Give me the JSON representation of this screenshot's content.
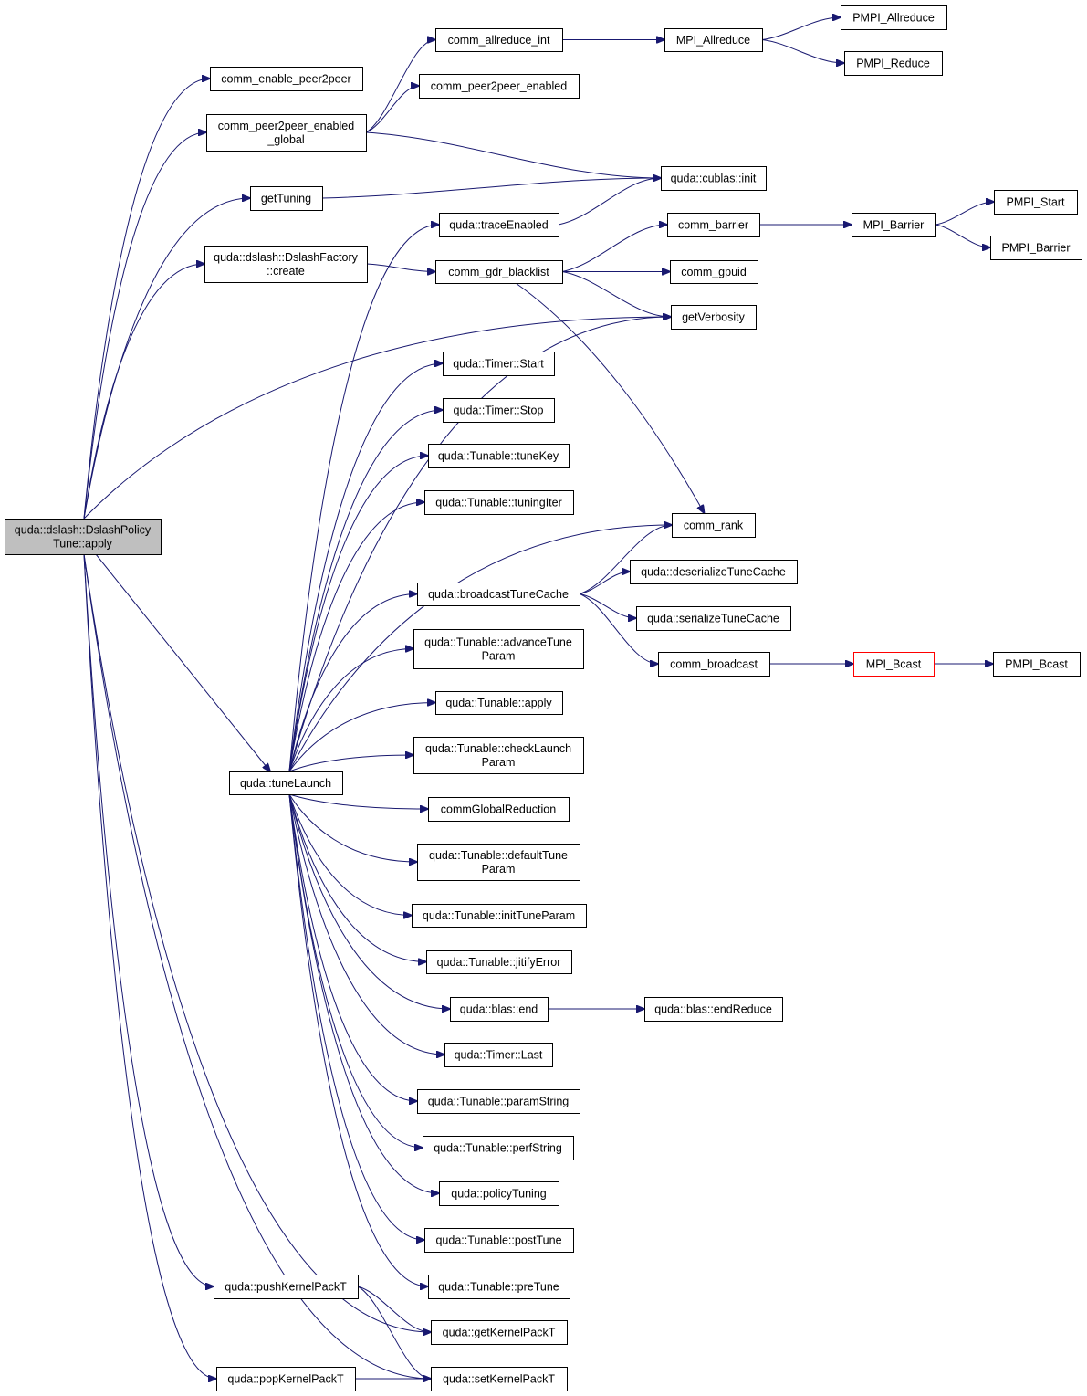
{
  "diagram": {
    "nodes": [
      {
        "id": "root",
        "lines": [
          "quda::dslash::DslashPolicy",
          "Tune::apply"
        ],
        "style": "root"
      },
      {
        "id": "comm_enable_peer2peer",
        "lines": [
          "comm_enable_peer2peer"
        ]
      },
      {
        "id": "comm_peer2peer_enabled_global",
        "lines": [
          "comm_peer2peer_enabled",
          "_global"
        ]
      },
      {
        "id": "getTuning",
        "lines": [
          "getTuning"
        ]
      },
      {
        "id": "dslash_create",
        "lines": [
          "quda::dslash::DslashFactory",
          "::create"
        ]
      },
      {
        "id": "tuneLaunch",
        "lines": [
          "quda::tuneLaunch"
        ]
      },
      {
        "id": "pushKernelPackT",
        "lines": [
          "quda::pushKernelPackT"
        ]
      },
      {
        "id": "popKernelPackT",
        "lines": [
          "quda::popKernelPackT"
        ]
      },
      {
        "id": "comm_allreduce_int",
        "lines": [
          "comm_allreduce_int"
        ]
      },
      {
        "id": "comm_peer2peer_enabled",
        "lines": [
          "comm_peer2peer_enabled"
        ]
      },
      {
        "id": "traceEnabled",
        "lines": [
          "quda::traceEnabled"
        ]
      },
      {
        "id": "comm_gdr_blacklist",
        "lines": [
          "comm_gdr_blacklist"
        ]
      },
      {
        "id": "timer_start",
        "lines": [
          "quda::Timer::Start"
        ]
      },
      {
        "id": "timer_stop",
        "lines": [
          "quda::Timer::Stop"
        ]
      },
      {
        "id": "tuneKey",
        "lines": [
          "quda::Tunable::tuneKey"
        ]
      },
      {
        "id": "tuningIter",
        "lines": [
          "quda::Tunable::tuningIter"
        ]
      },
      {
        "id": "broadcastTuneCache",
        "lines": [
          "quda::broadcastTuneCache"
        ]
      },
      {
        "id": "advanceTuneParam",
        "lines": [
          "quda::Tunable::advanceTune",
          "Param"
        ]
      },
      {
        "id": "tunable_apply",
        "lines": [
          "quda::Tunable::apply"
        ]
      },
      {
        "id": "checkLaunchParam",
        "lines": [
          "quda::Tunable::checkLaunch",
          "Param"
        ]
      },
      {
        "id": "commGlobalReduction",
        "lines": [
          "commGlobalReduction"
        ]
      },
      {
        "id": "defaultTuneParam",
        "lines": [
          "quda::Tunable::defaultTune",
          "Param"
        ]
      },
      {
        "id": "initTuneParam",
        "lines": [
          "quda::Tunable::initTuneParam"
        ]
      },
      {
        "id": "jitifyError",
        "lines": [
          "quda::Tunable::jitifyError"
        ]
      },
      {
        "id": "blas_end",
        "lines": [
          "quda::blas::end"
        ]
      },
      {
        "id": "timer_last",
        "lines": [
          "quda::Timer::Last"
        ]
      },
      {
        "id": "paramString",
        "lines": [
          "quda::Tunable::paramString"
        ]
      },
      {
        "id": "perfString",
        "lines": [
          "quda::Tunable::perfString"
        ]
      },
      {
        "id": "policyTuning",
        "lines": [
          "quda::policyTuning"
        ]
      },
      {
        "id": "postTune",
        "lines": [
          "quda::Tunable::postTune"
        ]
      },
      {
        "id": "preTune",
        "lines": [
          "quda::Tunable::preTune"
        ]
      },
      {
        "id": "getKernelPackT",
        "lines": [
          "quda::getKernelPackT"
        ]
      },
      {
        "id": "setKernelPackT",
        "lines": [
          "quda::setKernelPackT"
        ]
      },
      {
        "id": "MPI_Allreduce",
        "lines": [
          "MPI_Allreduce"
        ]
      },
      {
        "id": "cublas_init",
        "lines": [
          "quda::cublas::init"
        ]
      },
      {
        "id": "comm_barrier",
        "lines": [
          "comm_barrier"
        ]
      },
      {
        "id": "comm_gpuid",
        "lines": [
          "comm_gpuid"
        ]
      },
      {
        "id": "getVerbosity",
        "lines": [
          "getVerbosity"
        ]
      },
      {
        "id": "comm_rank",
        "lines": [
          "comm_rank"
        ]
      },
      {
        "id": "deserializeTuneCache",
        "lines": [
          "quda::deserializeTuneCache"
        ]
      },
      {
        "id": "serializeTuneCache",
        "lines": [
          "quda::serializeTuneCache"
        ]
      },
      {
        "id": "comm_broadcast",
        "lines": [
          "comm_broadcast"
        ]
      },
      {
        "id": "endReduce",
        "lines": [
          "quda::blas::endReduce"
        ]
      },
      {
        "id": "PMPI_Allreduce",
        "lines": [
          "PMPI_Allreduce"
        ]
      },
      {
        "id": "PMPI_Reduce",
        "lines": [
          "PMPI_Reduce"
        ]
      },
      {
        "id": "MPI_Barrier",
        "lines": [
          "MPI_Barrier"
        ]
      },
      {
        "id": "PMPI_Start",
        "lines": [
          "PMPI_Start"
        ]
      },
      {
        "id": "PMPI_Barrier",
        "lines": [
          "PMPI_Barrier"
        ]
      },
      {
        "id": "MPI_Bcast",
        "lines": [
          "MPI_Bcast"
        ],
        "style": "red"
      },
      {
        "id": "PMPI_Bcast",
        "lines": [
          "PMPI_Bcast"
        ]
      }
    ],
    "edges": [
      [
        "root",
        "comm_enable_peer2peer"
      ],
      [
        "root",
        "comm_peer2peer_enabled_global"
      ],
      [
        "root",
        "getTuning"
      ],
      [
        "root",
        "dslash_create"
      ],
      [
        "root",
        "getVerbosity"
      ],
      [
        "root",
        "tuneLaunch"
      ],
      [
        "root",
        "pushKernelPackT"
      ],
      [
        "root",
        "popKernelPackT"
      ],
      [
        "root",
        "getKernelPackT"
      ],
      [
        "root",
        "setKernelPackT"
      ],
      [
        "comm_peer2peer_enabled_global",
        "comm_allreduce_int"
      ],
      [
        "comm_peer2peer_enabled_global",
        "comm_peer2peer_enabled"
      ],
      [
        "comm_peer2peer_enabled_global",
        "cublas_init"
      ],
      [
        "getTuning",
        "cublas_init"
      ],
      [
        "dslash_create",
        "comm_gdr_blacklist"
      ],
      [
        "comm_allreduce_int",
        "MPI_Allreduce"
      ],
      [
        "MPI_Allreduce",
        "PMPI_Allreduce"
      ],
      [
        "MPI_Allreduce",
        "PMPI_Reduce"
      ],
      [
        "traceEnabled",
        "cublas_init"
      ],
      [
        "comm_gdr_blacklist",
        "comm_barrier"
      ],
      [
        "comm_gdr_blacklist",
        "comm_gpuid"
      ],
      [
        "comm_gdr_blacklist",
        "getVerbosity"
      ],
      [
        "comm_gdr_blacklist",
        "comm_rank"
      ],
      [
        "comm_barrier",
        "MPI_Barrier"
      ],
      [
        "MPI_Barrier",
        "PMPI_Start"
      ],
      [
        "MPI_Barrier",
        "PMPI_Barrier"
      ],
      [
        "tuneLaunch",
        "traceEnabled"
      ],
      [
        "tuneLaunch",
        "getVerbosity"
      ],
      [
        "tuneLaunch",
        "timer_start"
      ],
      [
        "tuneLaunch",
        "timer_stop"
      ],
      [
        "tuneLaunch",
        "tuneKey"
      ],
      [
        "tuneLaunch",
        "tuningIter"
      ],
      [
        "tuneLaunch",
        "comm_rank"
      ],
      [
        "tuneLaunch",
        "broadcastTuneCache"
      ],
      [
        "tuneLaunch",
        "advanceTuneParam"
      ],
      [
        "tuneLaunch",
        "tunable_apply"
      ],
      [
        "tuneLaunch",
        "checkLaunchParam"
      ],
      [
        "tuneLaunch",
        "commGlobalReduction"
      ],
      [
        "tuneLaunch",
        "defaultTuneParam"
      ],
      [
        "tuneLaunch",
        "initTuneParam"
      ],
      [
        "tuneLaunch",
        "jitifyError"
      ],
      [
        "tuneLaunch",
        "blas_end"
      ],
      [
        "tuneLaunch",
        "timer_last"
      ],
      [
        "tuneLaunch",
        "paramString"
      ],
      [
        "tuneLaunch",
        "perfString"
      ],
      [
        "tuneLaunch",
        "policyTuning"
      ],
      [
        "tuneLaunch",
        "postTune"
      ],
      [
        "tuneLaunch",
        "preTune"
      ],
      [
        "broadcastTuneCache",
        "comm_rank"
      ],
      [
        "broadcastTuneCache",
        "deserializeTuneCache"
      ],
      [
        "broadcastTuneCache",
        "serializeTuneCache"
      ],
      [
        "broadcastTuneCache",
        "comm_broadcast"
      ],
      [
        "comm_broadcast",
        "MPI_Bcast"
      ],
      [
        "MPI_Bcast",
        "PMPI_Bcast"
      ],
      [
        "blas_end",
        "endReduce"
      ],
      [
        "pushKernelPackT",
        "getKernelPackT"
      ],
      [
        "pushKernelPackT",
        "setKernelPackT"
      ],
      [
        "popKernelPackT",
        "setKernelPackT"
      ]
    ]
  }
}
